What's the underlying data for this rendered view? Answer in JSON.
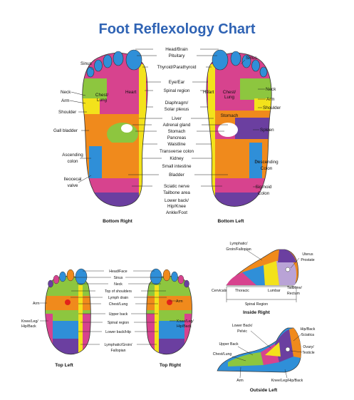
{
  "title": "Foot Reflexology Chart",
  "colors": {
    "title": "#2f63b4",
    "pink": "#d7438e",
    "orange": "#f08a1c",
    "yellow": "#f3e21b",
    "green": "#8dc63f",
    "blue": "#2f8fd8",
    "purple": "#6b3fa0",
    "lavender": "#b9a3d6",
    "red": "#e2231a",
    "white": "#ffffff"
  },
  "bottom": {
    "center_labels": [
      "Head/Brain",
      "Pituitary",
      "Thyroid/Parathyroid",
      "Eye/Ear",
      "Spinal region",
      "Diaphragm/",
      "Solar plexus",
      "Liver",
      "Adrenal gland",
      "Stomach",
      "Pancreas",
      "Waistline",
      "Transverse colon",
      "Kidney",
      "Small intestine",
      "Bladder",
      "Sciatic nerve",
      "Tailbone area",
      "Lower back/",
      "Hip/Knee",
      "Ankle/Foot"
    ],
    "left_labels": [
      "Sinus",
      "Neck",
      "Arm",
      "Shoulder",
      "Gall bladder",
      "Ascending",
      "colon",
      "Ileocecal",
      "valve"
    ],
    "right_labels": [
      "Sinus",
      "Neck",
      "Arm",
      "Shoulder",
      "Spleen",
      "Descending",
      "Colon",
      "Sigmoid",
      "Colon"
    ],
    "zone_labels": [
      "Heart",
      "Chest/",
      "Lung",
      "Heart",
      "Chest/",
      "Lung",
      "Stomach"
    ],
    "captions": [
      "Bottom Right",
      "Bottom Left"
    ]
  },
  "top": {
    "center_labels": [
      "Head/Face",
      "Sinus",
      "Neck",
      "Top of shoulders",
      "Lymph drain",
      "Chest/Lung",
      "Upper back",
      "Spinal region",
      "Lower back/Hip",
      "Lymphatic/Groin/",
      "Fallopian"
    ],
    "side_labels": [
      "Arm",
      "Knee/Leg/",
      "Hip/Back",
      "Arm",
      "Knee/Leg/",
      "Hip/Back"
    ],
    "captions": [
      "Top Left",
      "Top Right"
    ]
  },
  "inside": {
    "labels": [
      "Lymphatic/",
      "Groin/Fallopian",
      "Uterus",
      "Prostate",
      "Cervicals",
      "Thoracic",
      "Lumbar",
      "Tailbone/",
      "Rectum",
      "Spinal Region"
    ],
    "caption": "Inside Right"
  },
  "outside": {
    "labels": [
      "Lower Back/",
      "Pelvic",
      "Hip/Back",
      "Sciatica",
      "Upper Back",
      "Ovary/",
      "Testicle",
      "Chest/Lung",
      "Arm",
      "Knee/Leg/Hip/Back"
    ],
    "caption": "Outside Left"
  }
}
